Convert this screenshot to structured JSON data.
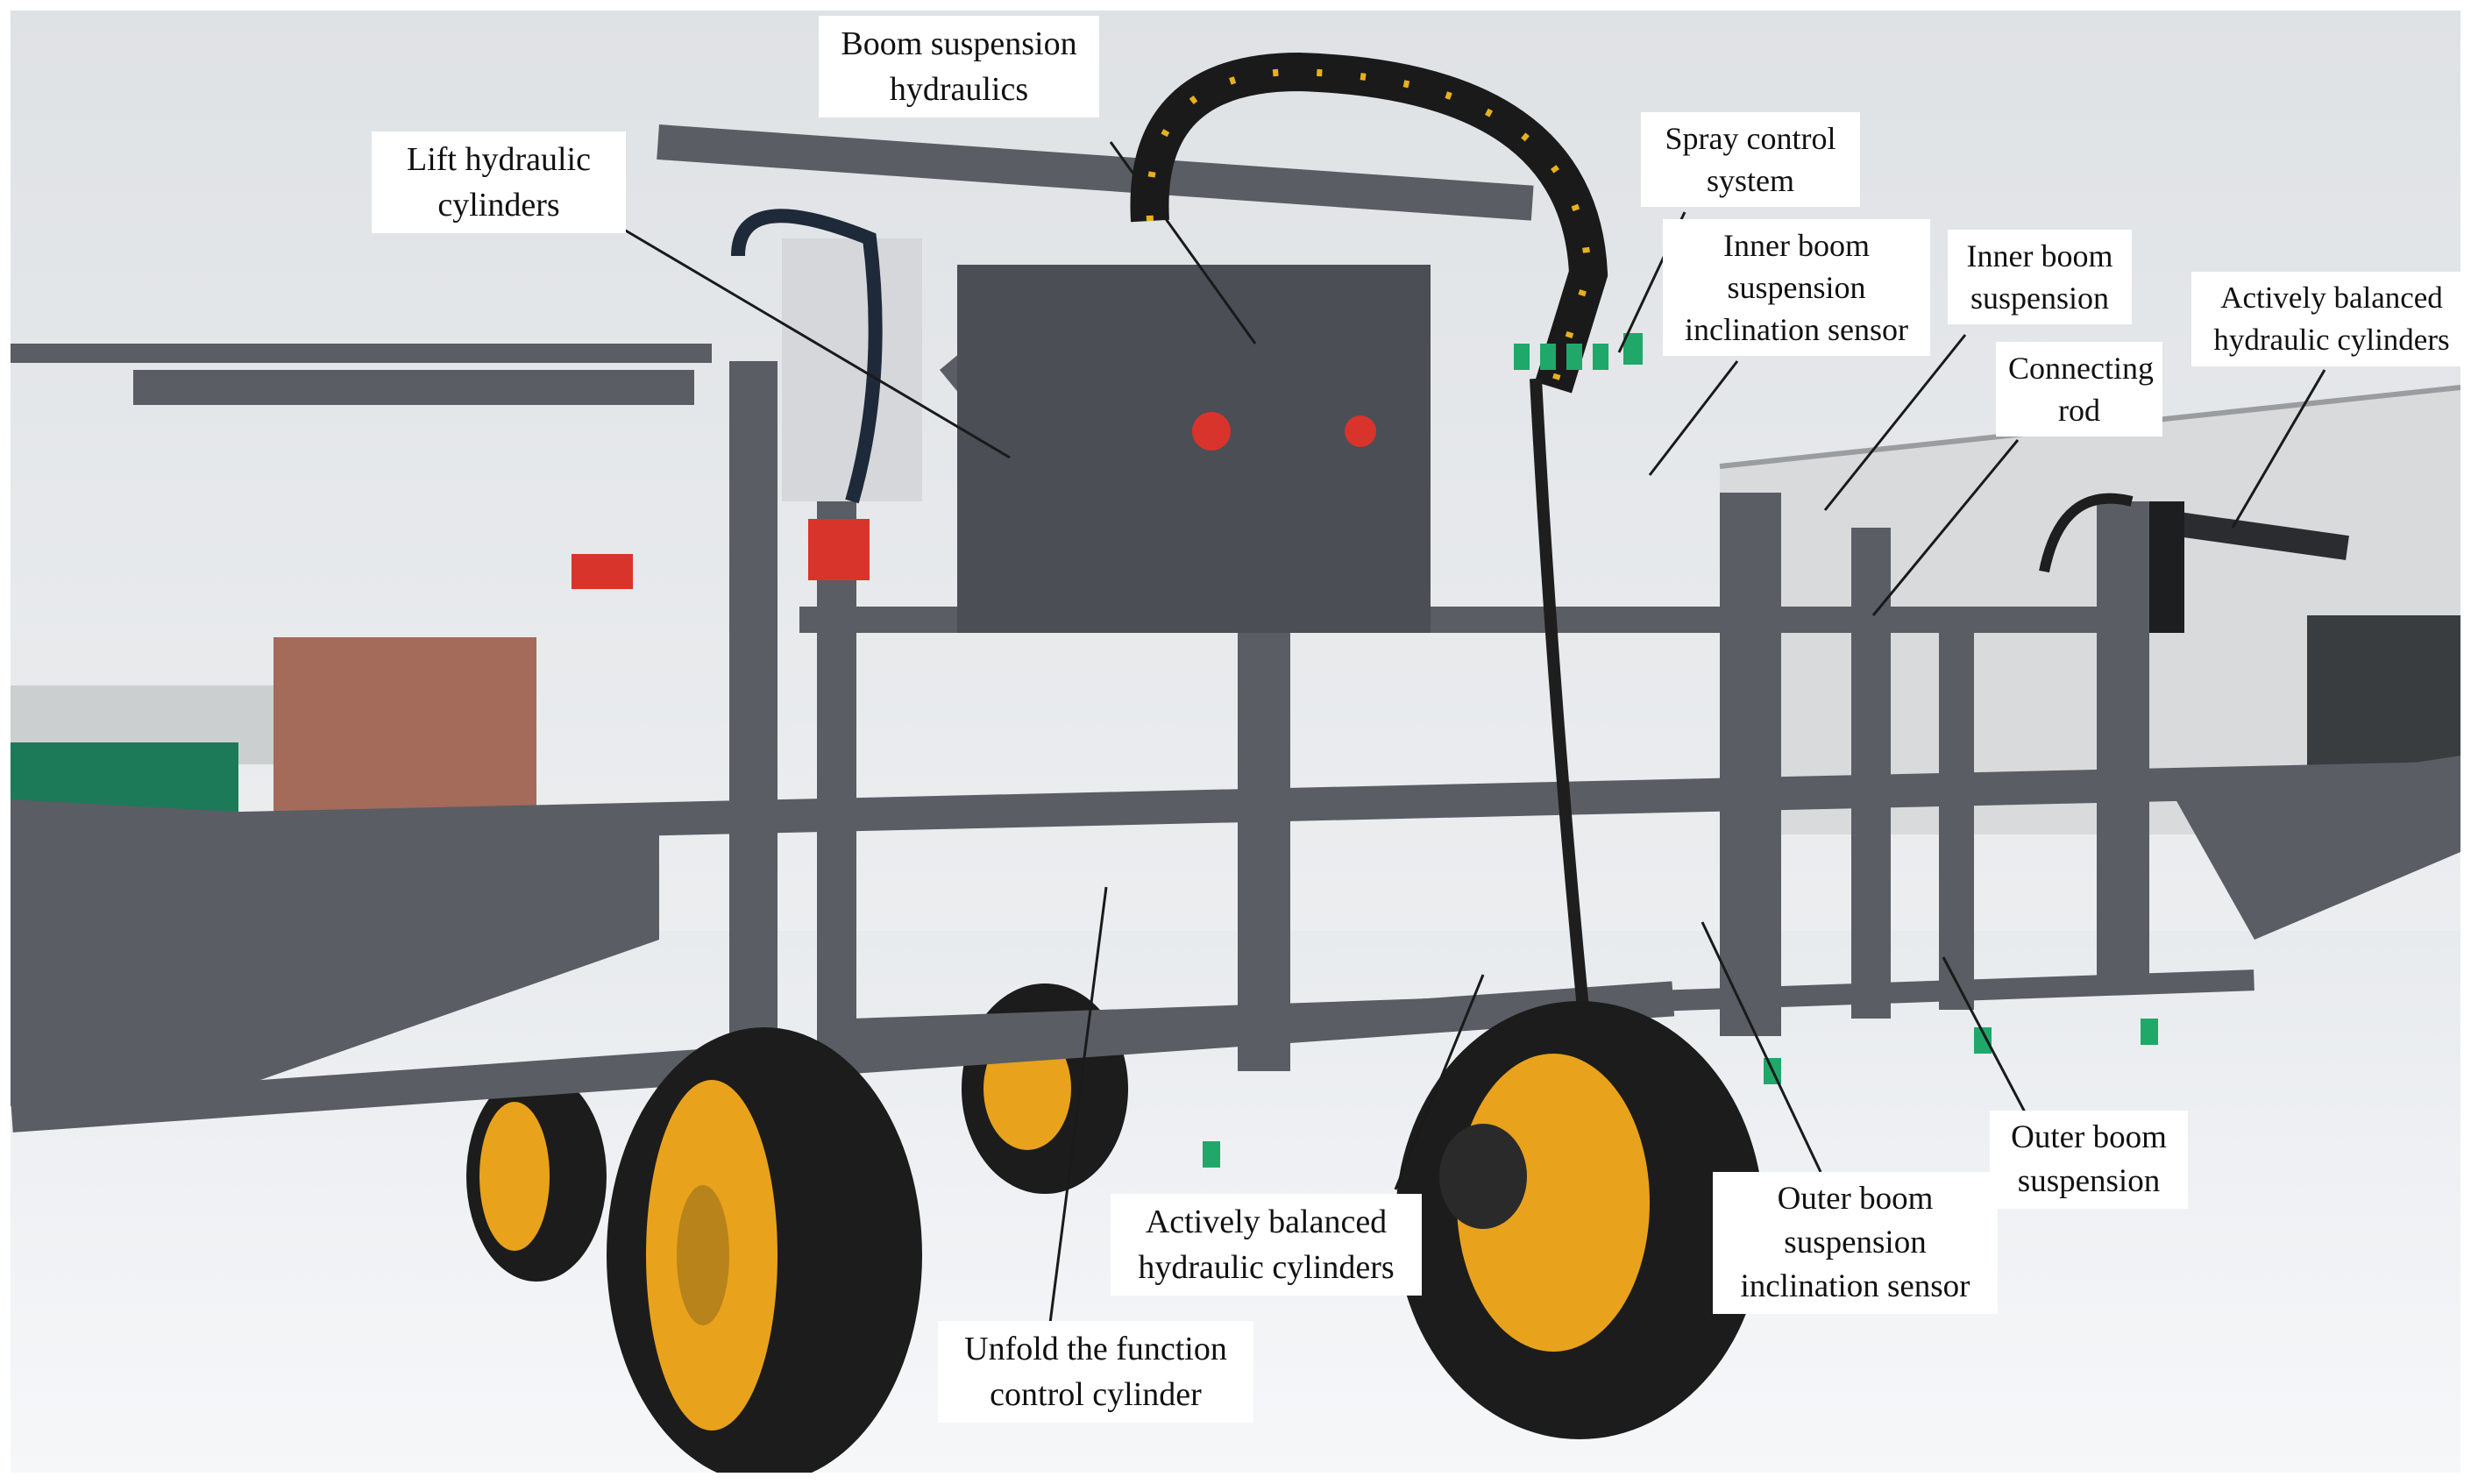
{
  "figure": {
    "labels": {
      "boom_suspension_hydraulics": [
        "Boom suspension",
        "hydraulics"
      ],
      "lift_hydraulic_cylinders": [
        "Lift hydraulic",
        "cylinders"
      ],
      "spray_control_system": [
        "Spray control",
        "system"
      ],
      "inner_boom_suspension_inclination_sensor": [
        "Inner boom",
        "suspension",
        "inclination sensor"
      ],
      "inner_boom_suspension": [
        "Inner boom",
        "suspension"
      ],
      "connecting_rod": [
        "Connecting",
        "rod"
      ],
      "actively_balanced_hydraulic_cylinders_right": [
        "Actively balanced",
        "hydraulic cylinders"
      ],
      "actively_balanced_hydraulic_cylinders_center": [
        "Actively balanced",
        "hydraulic cylinders"
      ],
      "unfold_function_control_cylinder": [
        "Unfold the function",
        "control cylinder"
      ],
      "outer_boom_suspension_inclination_sensor": [
        "Outer boom",
        "suspension",
        "inclination sensor"
      ],
      "outer_boom_suspension": [
        "Outer boom",
        "suspension"
      ]
    },
    "colors": {
      "frame": "#5a5d63",
      "wheel_rim": "#e8a21c",
      "tire": "#1c1c1c",
      "sky": "#e6e8ea",
      "ground": "#f2f4f6",
      "nozzle": "#1fa86a",
      "warning": "#d8342c"
    }
  }
}
